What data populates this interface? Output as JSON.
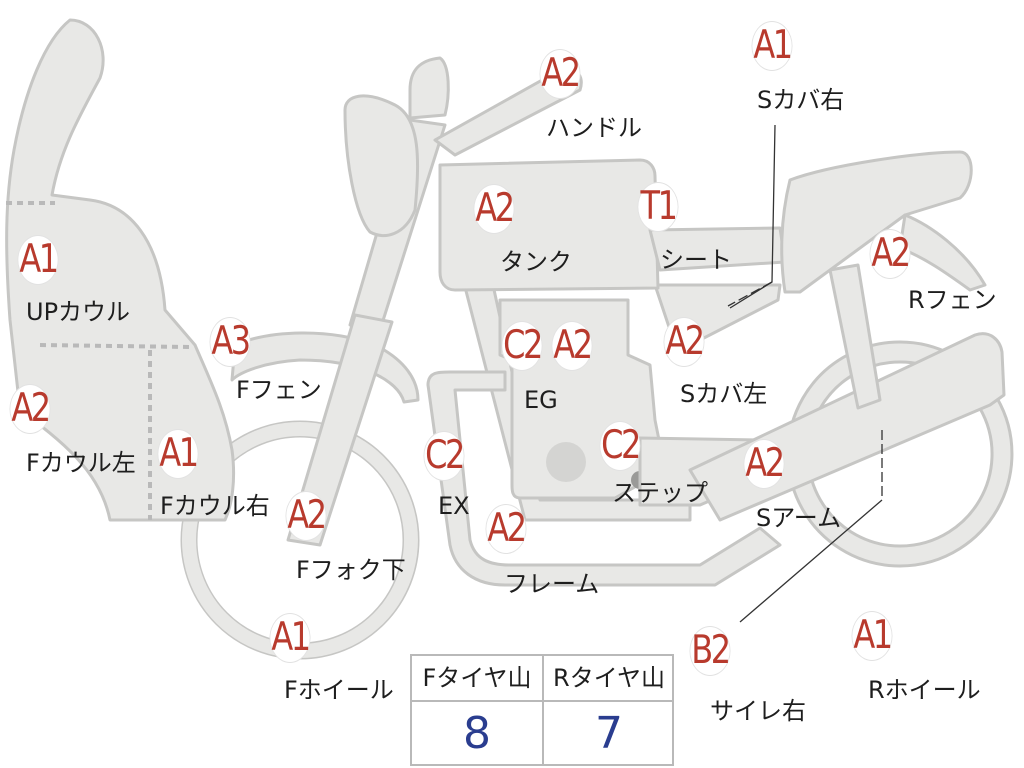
{
  "parts": [
    {
      "id": "s-cover-right",
      "grade": "A1",
      "name": "Sカバ右"
    },
    {
      "id": "handle",
      "grade": "A2",
      "name": "ハンドル"
    },
    {
      "id": "tank",
      "grade": "A2",
      "name": "タンク"
    },
    {
      "id": "seat",
      "grade": "T1",
      "name": "シート"
    },
    {
      "id": "r-fender",
      "grade": "A2",
      "name": "Rフェン"
    },
    {
      "id": "up-cowl",
      "grade": "A1",
      "name": "UPカウル"
    },
    {
      "id": "f-fender",
      "grade": "A3",
      "name": "Fフェン"
    },
    {
      "id": "engine",
      "grade_1": "C2",
      "grade_2": "A2",
      "name": "EG"
    },
    {
      "id": "s-cover-left",
      "grade": "A2",
      "name": "Sカバ左"
    },
    {
      "id": "f-cowl-left",
      "grade": "A2",
      "name": "Fカウル左"
    },
    {
      "id": "f-cowl-right",
      "grade": "A1",
      "name": "Fカウル右"
    },
    {
      "id": "exhaust",
      "grade": "C2",
      "name": "EX"
    },
    {
      "id": "step",
      "grade": "C2",
      "name": "ステップ"
    },
    {
      "id": "s-arm",
      "grade": "A2",
      "name": "Sアーム"
    },
    {
      "id": "f-fork-lower",
      "grade": "A2",
      "name": "Fフォク下"
    },
    {
      "id": "frame",
      "grade": "A2",
      "name": "フレーム"
    },
    {
      "id": "f-wheel",
      "grade": "A1",
      "name": "Fホイール"
    },
    {
      "id": "muffler-right",
      "grade": "B2",
      "name": "サイレ右"
    },
    {
      "id": "r-wheel",
      "grade": "A1",
      "name": "Rホイール"
    }
  ],
  "tread_table": {
    "headers": [
      "Fタイヤ山",
      "Rタイヤ山"
    ],
    "values": [
      "8",
      "7"
    ]
  },
  "colors": {
    "part_fill": "#e8e8e6",
    "part_outline": "#c6c6c4",
    "grade_text": "#b83a2d",
    "tread_value": "#2a3d8f"
  }
}
